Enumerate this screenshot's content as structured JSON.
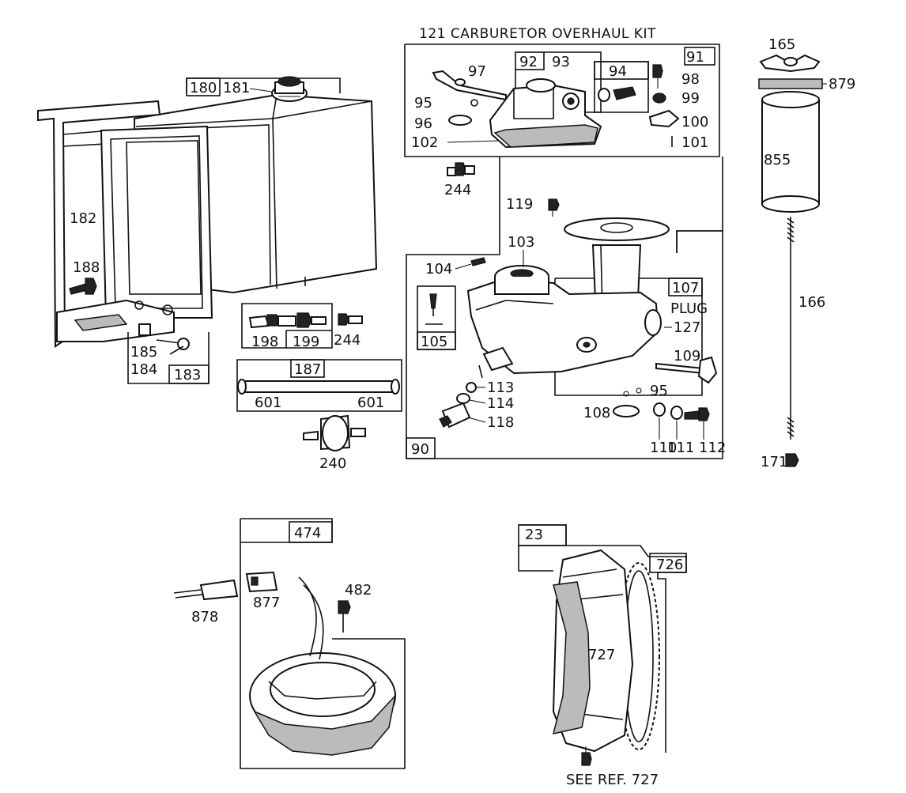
{
  "kit_title": "121 CARBURETOR OVERHAUL KIT",
  "footer_note": "SEE REF. 727",
  "labels": {
    "l180": "180",
    "l181": "181",
    "l182": "182",
    "l183": "183",
    "l184": "184",
    "l185": "185",
    "l188": "188",
    "l198": "198",
    "l199": "199",
    "l244a": "244",
    "l244b": "244",
    "l187": "187",
    "l601a": "601",
    "l601b": "601",
    "l240": "240",
    "l91": "91",
    "l92": "92",
    "l93": "93",
    "l94": "94",
    "l95a": "95",
    "l95b": "95",
    "l96": "96",
    "l97": "97",
    "l98": "98",
    "l99": "99",
    "l100": "100",
    "l101": "101",
    "l102": "102",
    "l119": "119",
    "l103": "103",
    "l104": "104",
    "l105": "105",
    "l107": "107",
    "plug": "PLUG",
    "l127": "127",
    "l109": "109",
    "l108": "108",
    "l110": "110",
    "l111": "111",
    "l112": "112",
    "l113": "113",
    "l114": "114",
    "l118": "118",
    "l90": "90",
    "l165": "165",
    "l879": "879",
    "l855": "855",
    "l166": "166",
    "l171": "171",
    "l474": "474",
    "l482": "482",
    "l877": "877",
    "l878": "878",
    "l23": "23",
    "l726": "726",
    "l727": "727"
  }
}
